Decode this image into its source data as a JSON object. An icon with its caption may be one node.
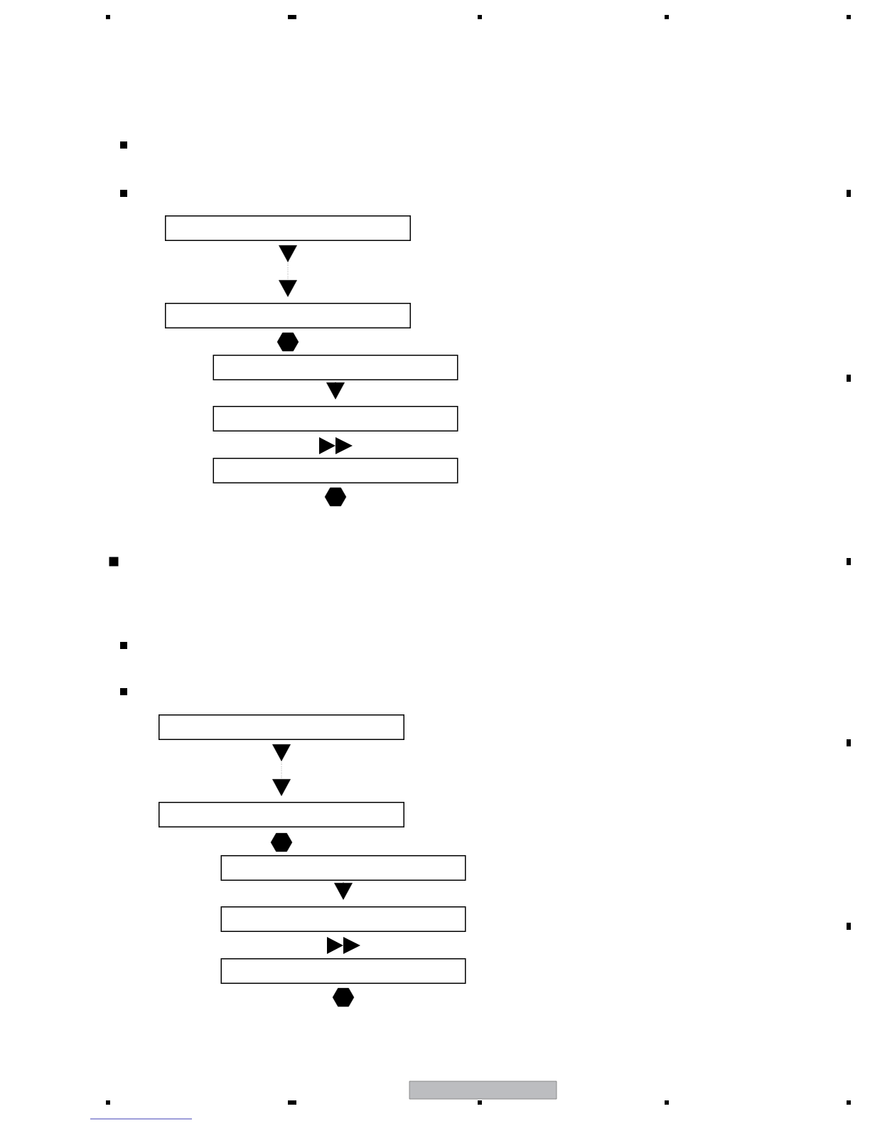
{
  "diagram": {
    "nodes": [
      {
        "text": [],
        "shape": "box"
      },
      {
        "text": [],
        "shape": "box"
      },
      {
        "text": [],
        "shape": "hexagon"
      },
      {
        "text": [],
        "shape": "box"
      },
      {
        "text": [],
        "shape": "box"
      },
      {
        "text": [],
        "shape": "box"
      },
      {
        "text": [],
        "shape": "hexagon"
      },
      {
        "text": [],
        "shape": "box"
      },
      {
        "text": [],
        "shape": "box"
      },
      {
        "text": [],
        "shape": "hexagon"
      },
      {
        "text": [],
        "shape": "box"
      },
      {
        "text": [],
        "shape": "box"
      },
      {
        "text": [],
        "shape": "box"
      },
      {
        "text": [],
        "shape": "hexagon"
      }
    ],
    "edges": [
      {
        "from": 0,
        "to": 1,
        "arrow": "to",
        "style": "dashed"
      },
      {
        "from": 3,
        "to": 4,
        "arrow": "to"
      },
      {
        "from": 7,
        "to": 8,
        "arrow": "to",
        "style": "dashed"
      },
      {
        "from": 10,
        "to": 11,
        "arrow": "to"
      }
    ]
  }
}
